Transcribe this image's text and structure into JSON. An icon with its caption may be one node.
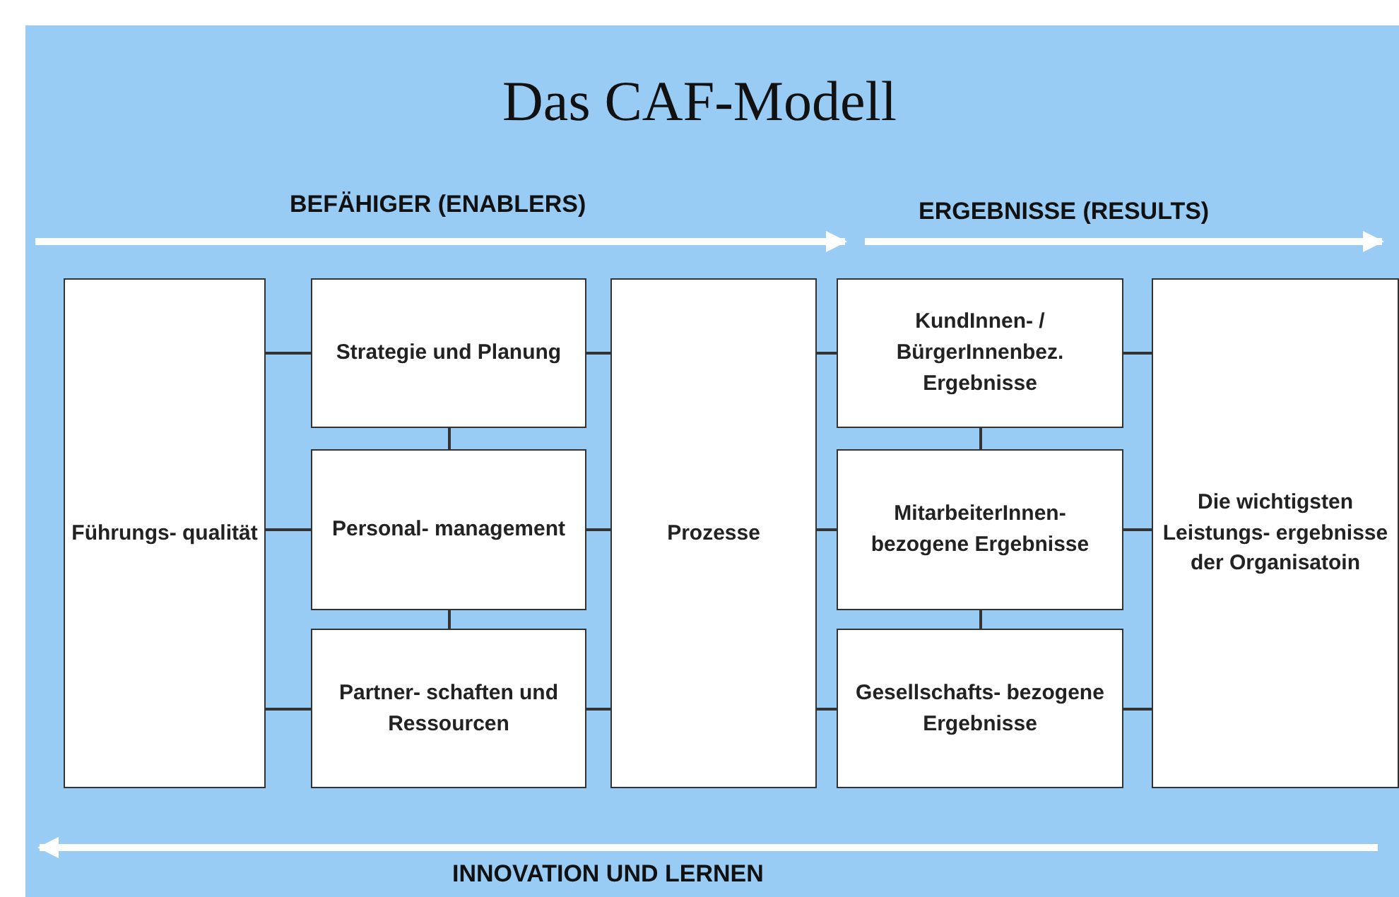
{
  "diagram": {
    "title": "Das CAF-Modell",
    "nodes": [
      {
        "text": [
          "Führungs- qualität"
        ]
      },
      {
        "text": [
          "Strategie und Planung"
        ]
      },
      {
        "text": [
          "Personal- management"
        ]
      },
      {
        "text": [
          "Partner- schaften und Ressourcen"
        ]
      },
      {
        "text": [
          "Prozesse"
        ]
      },
      {
        "text": [
          "KundInnen- / BürgerInnenbez. Ergebnisse"
        ]
      },
      {
        "text": [
          "MitarbeiterInnen- bezogene Ergebnisse"
        ]
      },
      {
        "text": [
          "Gesellschafts- bezogene Ergebnisse"
        ]
      },
      {
        "text": [
          "Die wichtigsten Leistungs- ergebnisse der Organisatoin"
        ]
      }
    ],
    "edges": [
      {
        "from": 0,
        "to": 1,
        "arrow": "none"
      },
      {
        "from": 0,
        "to": 2,
        "arrow": "none"
      },
      {
        "from": 0,
        "to": 3,
        "arrow": "none"
      },
      {
        "from": 1,
        "to": 2,
        "arrow": "none"
      },
      {
        "from": 2,
        "to": 3,
        "arrow": "none"
      },
      {
        "from": 1,
        "to": 4,
        "arrow": "none"
      },
      {
        "from": 2,
        "to": 4,
        "arrow": "none"
      },
      {
        "from": 3,
        "to": 4,
        "arrow": "none"
      },
      {
        "from": 4,
        "to": 5,
        "arrow": "none"
      },
      {
        "from": 4,
        "to": 6,
        "arrow": "none"
      },
      {
        "from": 4,
        "to": 7,
        "arrow": "none"
      },
      {
        "from": 5,
        "to": 6,
        "arrow": "none"
      },
      {
        "from": 6,
        "to": 7,
        "arrow": "none"
      },
      {
        "from": 5,
        "to": 8,
        "arrow": "none"
      },
      {
        "from": 6,
        "to": 8,
        "arrow": "none"
      },
      {
        "from": 7,
        "to": 8,
        "arrow": "none"
      }
    ],
    "labels": [
      "BEFÄHIGER (ENABLERS)",
      "ERGEBNISSE (RESULTS)",
      "INNOVATION UND LERNEN"
    ]
  }
}
